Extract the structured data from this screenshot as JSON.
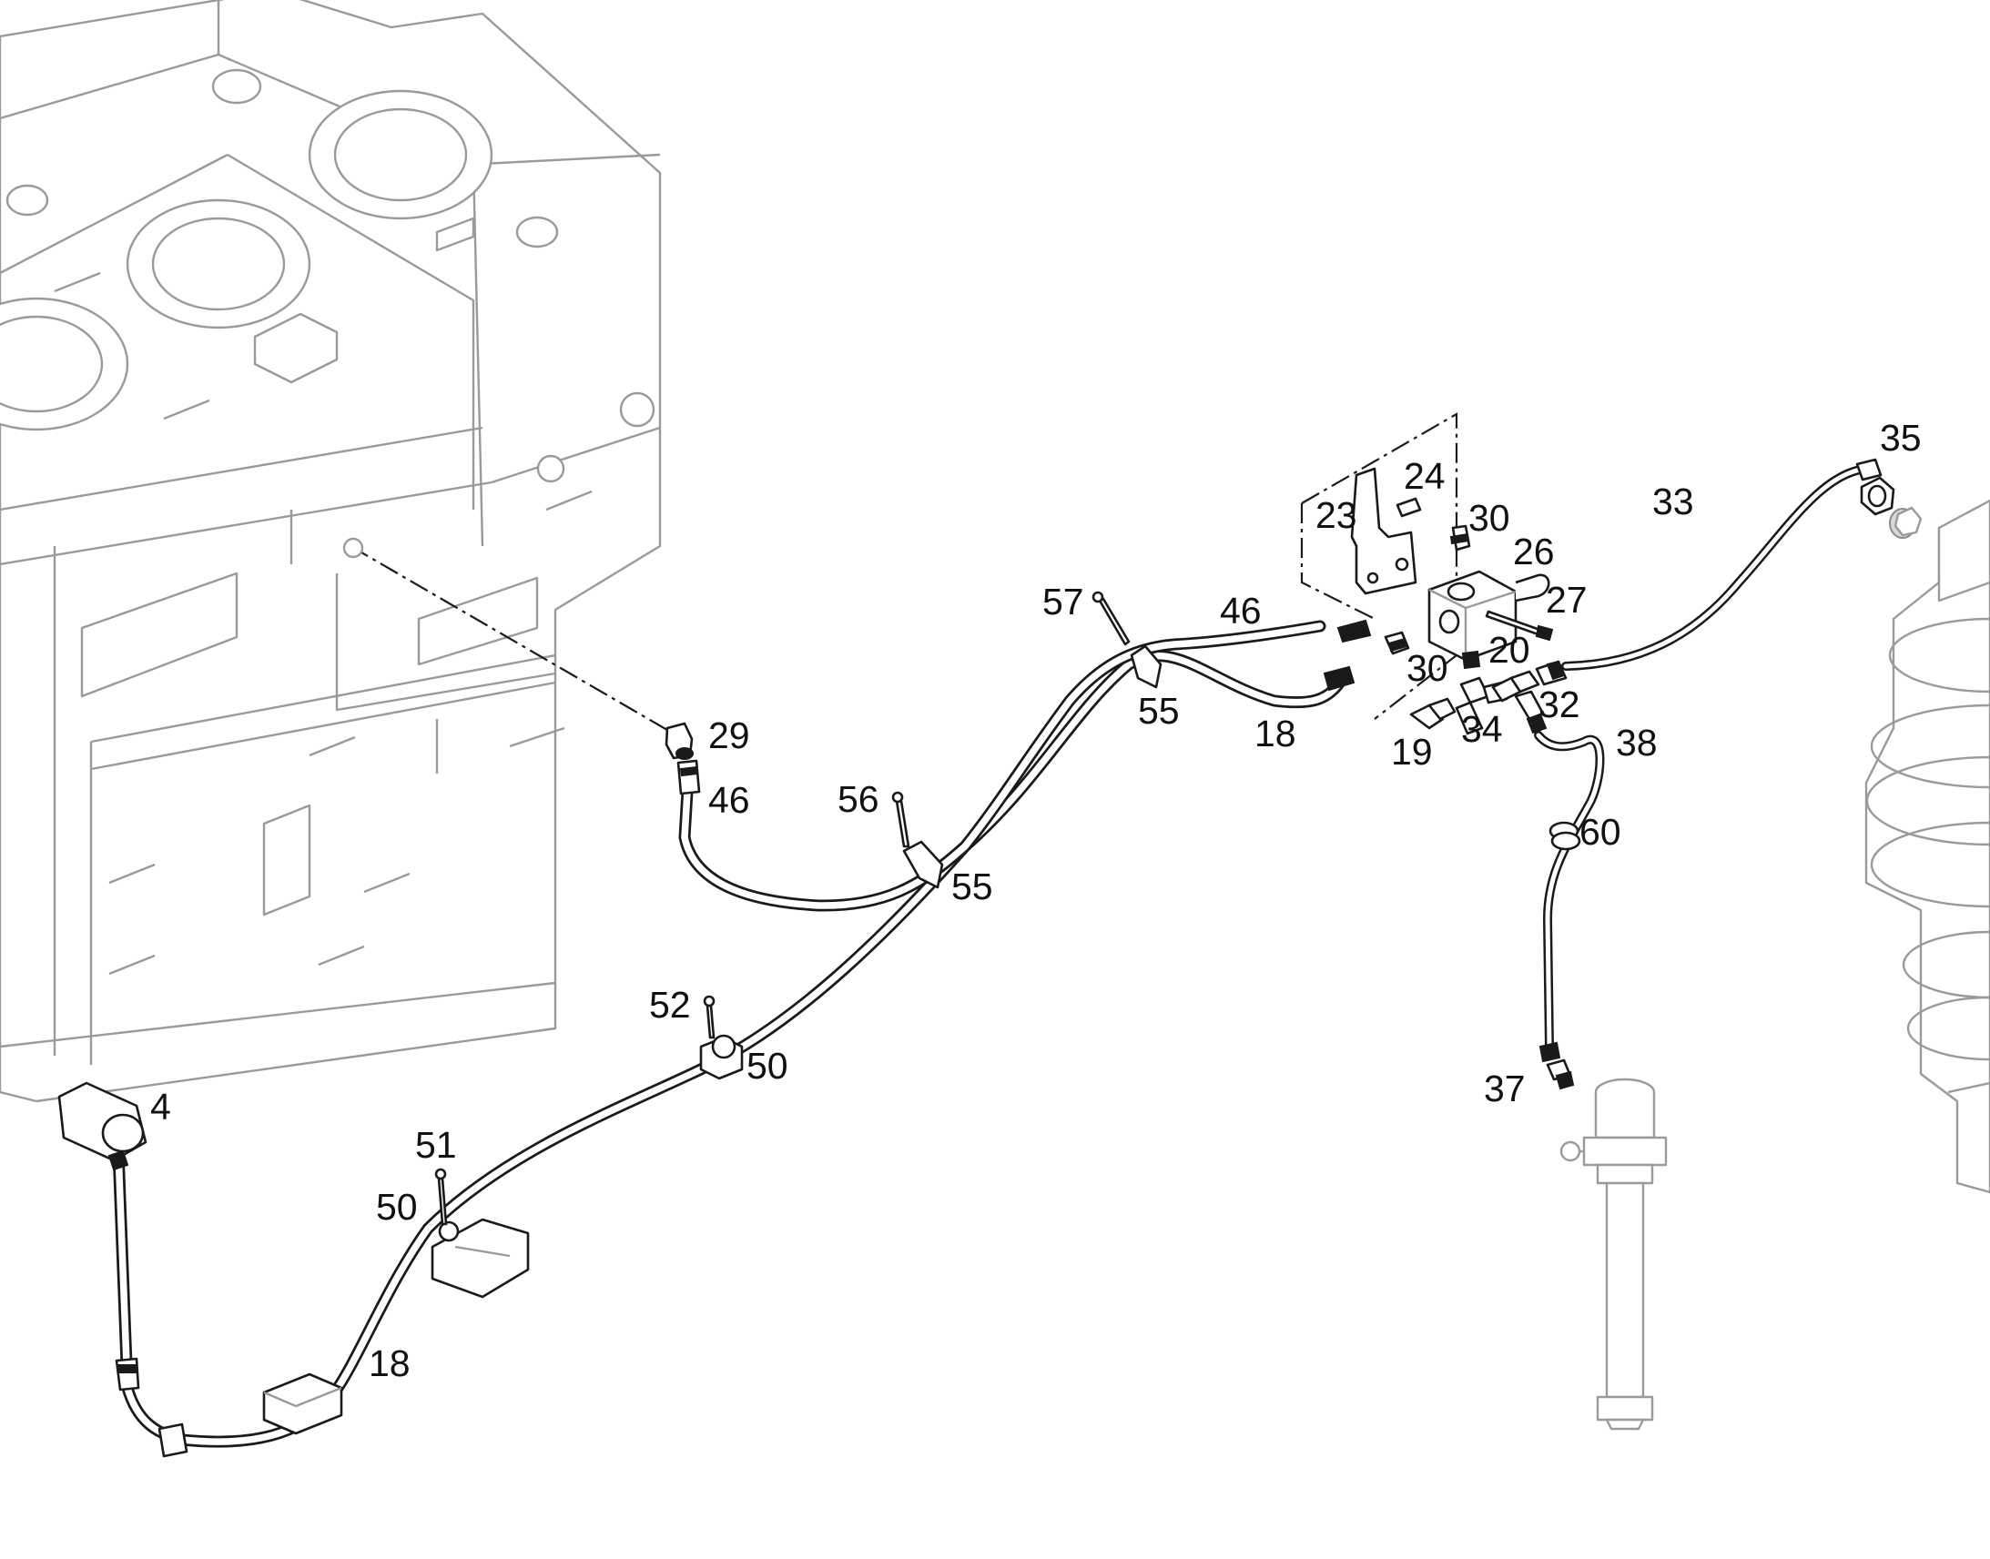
{
  "callouts": [
    {
      "id": "c-35a",
      "label": "35"
    },
    {
      "id": "c-33",
      "label": "33"
    },
    {
      "id": "c-24",
      "label": "24"
    },
    {
      "id": "c-23",
      "label": "23"
    },
    {
      "id": "c-30a",
      "label": "30"
    },
    {
      "id": "c-26",
      "label": "26"
    },
    {
      "id": "c-27",
      "label": "27"
    },
    {
      "id": "c-57",
      "label": "57"
    },
    {
      "id": "c-46a",
      "label": "46"
    },
    {
      "id": "c-30b",
      "label": "30"
    },
    {
      "id": "c-20",
      "label": "20"
    },
    {
      "id": "c-55a",
      "label": "55"
    },
    {
      "id": "c-18a",
      "label": "18"
    },
    {
      "id": "c-32",
      "label": "32"
    },
    {
      "id": "c-19",
      "label": "19"
    },
    {
      "id": "c-34",
      "label": "34"
    },
    {
      "id": "c-38",
      "label": "38"
    },
    {
      "id": "c-29",
      "label": "29"
    },
    {
      "id": "c-46b",
      "label": "46"
    },
    {
      "id": "c-56",
      "label": "56"
    },
    {
      "id": "c-60",
      "label": "60"
    },
    {
      "id": "c-55b",
      "label": "55"
    },
    {
      "id": "c-52",
      "label": "52"
    },
    {
      "id": "c-50a",
      "label": "50"
    },
    {
      "id": "c-37",
      "label": "37"
    },
    {
      "id": "c-4",
      "label": "4"
    },
    {
      "id": "c-51",
      "label": "51"
    },
    {
      "id": "c-50b",
      "label": "50"
    },
    {
      "id": "c-18b",
      "label": "18"
    }
  ],
  "colors": {
    "ink": "#1a1a1a",
    "ghost_outline": "#9a9a9a",
    "background": "#ffffff"
  }
}
